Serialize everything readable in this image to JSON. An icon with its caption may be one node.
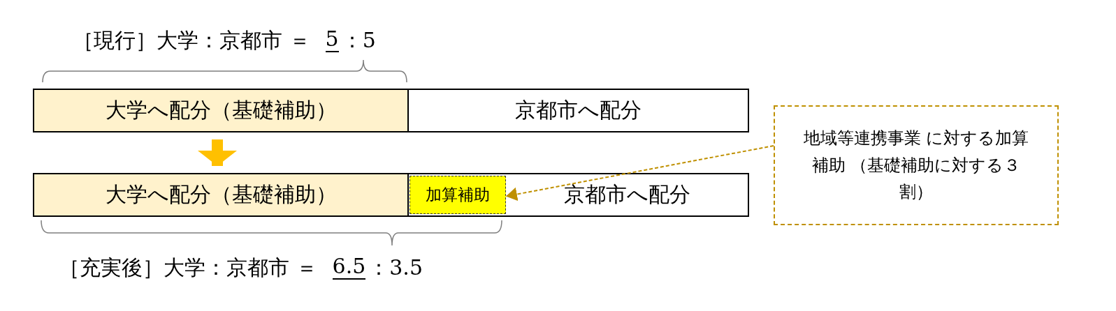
{
  "diagram": {
    "nodes": [
      {
        "text": [
          "大学へ配分（基礎補助）"
        ]
      },
      {
        "text": [
          "京都市へ配分"
        ]
      },
      {
        "text": [
          "大学へ配分（基礎補助）"
        ]
      },
      {
        "text": [
          "加算補助"
        ],
        "in": 4
      },
      {
        "text": [
          "京都市へ配分"
        ]
      },
      {
        "text": [
          "地域等連携事業 に対する加算補助 （基礎補助に対する３割）"
        ]
      }
    ],
    "edges": [
      {
        "from": 0,
        "to": 2,
        "arrow": "to",
        "style": "thick",
        "color": "#ffc000"
      },
      {
        "from": 5,
        "to": 3,
        "arrow": "to",
        "style": "dashed",
        "color": "#bf9000"
      }
    ],
    "labels": [
      "［現行］大学：京都市 ＝",
      "5",
      "：5",
      "［充実後］大学：京都市 ＝",
      "6.5",
      "：3.5"
    ]
  }
}
